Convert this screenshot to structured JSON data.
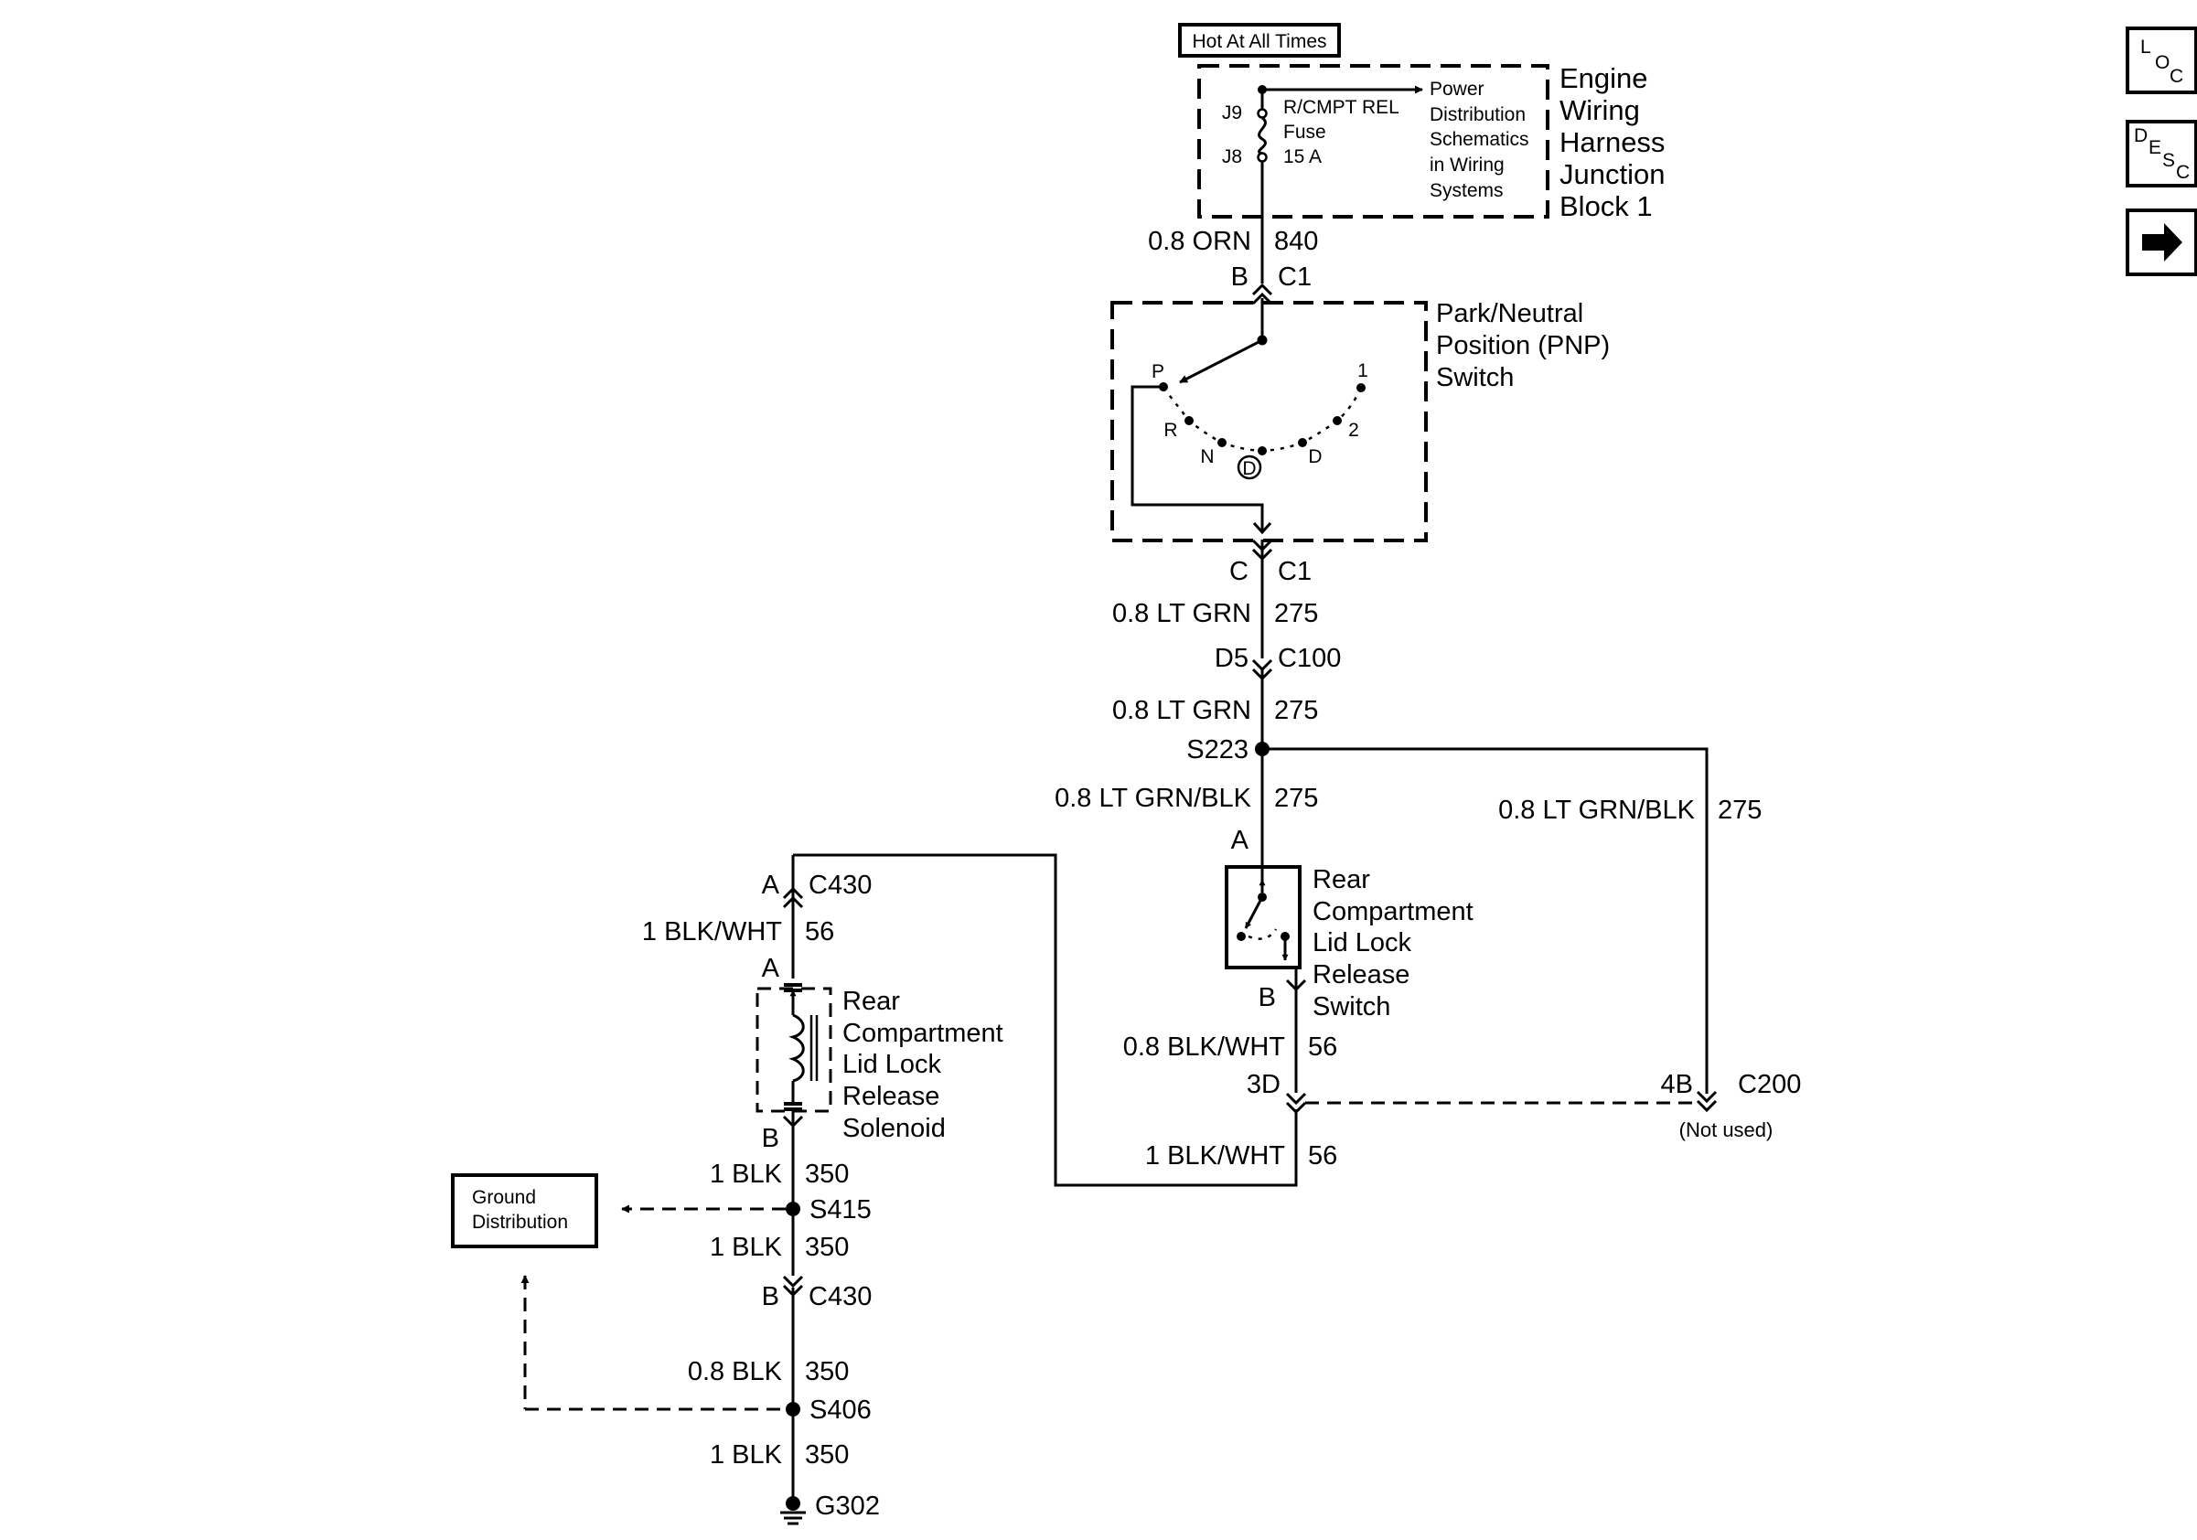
{
  "power": {
    "hot_label": "Hot At All Times",
    "fuse_terminal_top": "J9",
    "fuse_terminal_bottom": "J8",
    "fuse_name": "R/CMPT REL",
    "fuse_word": "Fuse",
    "fuse_rating": "15 A",
    "power_ref_lines": [
      "Power",
      "Distribution",
      "Schematics",
      "in Wiring",
      "Systems"
    ],
    "block_name_lines": [
      "Engine",
      "Wiring",
      "Harness",
      "Junction",
      "Block 1"
    ]
  },
  "wires": {
    "w840_gauge": "0.8 ORN",
    "w840_circuit": "840",
    "w275a_gauge": "0.8 LT GRN",
    "w275a_circuit": "275",
    "w275b_gauge": "0.8 LT GRN",
    "w275b_circuit": "275",
    "w275c_gauge": "0.8 LT GRN/BLK",
    "w275c_circuit": "275",
    "w275d_gauge": "0.8 LT GRN/BLK",
    "w275d_circuit": "275",
    "w56a_gauge": "0.8 BLK/WHT",
    "w56a_circuit": "56",
    "w56b_gauge": "1 BLK/WHT",
    "w56b_circuit": "56",
    "w56c_gauge": "1 BLK/WHT",
    "w56c_circuit": "56",
    "w350a_gauge": "1 BLK",
    "w350a_circuit": "350",
    "w350b_gauge": "1 BLK",
    "w350b_circuit": "350",
    "w350c_gauge": "0.8 BLK",
    "w350c_circuit": "350",
    "w350d_gauge": "1 BLK",
    "w350d_circuit": "350"
  },
  "connectors": {
    "pnp_in_pin": "B",
    "pnp_in_conn": "C1",
    "pnp_out_pin": "C",
    "pnp_out_conn": "C1",
    "c100_pin": "D5",
    "c100_conn": "C100",
    "switch_in_pin": "A",
    "switch_out_pin": "B",
    "c200_pin_left": "3D",
    "c200_pin_right": "4B",
    "c200_conn": "C200",
    "c200_note": "(Not used)",
    "c430_top_pin": "A",
    "c430_top_conn": "C430",
    "solenoid_in_pin": "A",
    "solenoid_out_pin": "B",
    "c430_bottom_pin": "B",
    "c430_bottom_conn": "C430"
  },
  "splices": {
    "s223": "S223",
    "s415": "S415",
    "s406": "S406"
  },
  "ground": {
    "g302": "G302",
    "distribution_lines": [
      "Ground",
      "Distribution"
    ]
  },
  "pnp_switch": {
    "name_lines": [
      "Park/Neutral",
      "Position (PNP)",
      "Switch"
    ],
    "pos_p": "P",
    "pos_r": "R",
    "pos_n": "N",
    "pos_od": "D",
    "pos_d": "D",
    "pos_2": "2",
    "pos_1": "1"
  },
  "release_switch": {
    "name_lines": [
      "Rear",
      "Compartment",
      "Lid Lock",
      "Release",
      "Switch"
    ]
  },
  "solenoid": {
    "name_lines": [
      "Rear",
      "Compartment",
      "Lid Lock",
      "Release",
      "Solenoid"
    ]
  },
  "nav": {
    "loc": [
      "L",
      "O",
      "C"
    ],
    "desc": [
      "D",
      "E",
      "S",
      "C"
    ]
  }
}
